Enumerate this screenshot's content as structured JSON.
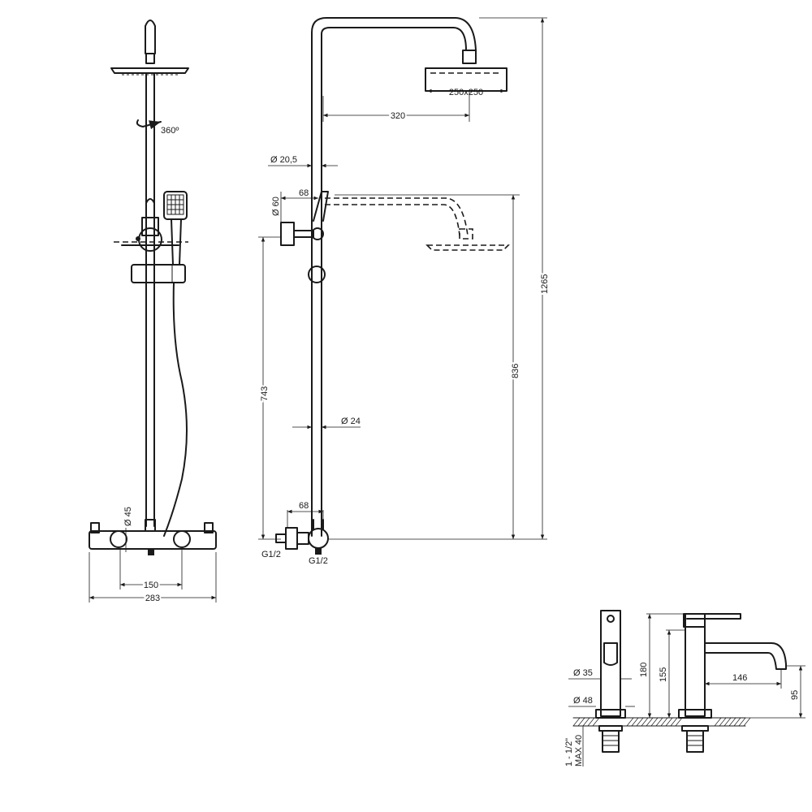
{
  "front_view": {
    "rotation_label": "360º",
    "dim_body_diameter": "Ø 45",
    "dim_center_distance": "150",
    "dim_total_width": "283"
  },
  "side_view": {
    "dim_head_size": "250x250",
    "dim_arm_projection": "320",
    "dim_pipe_top_diameter": "Ø 20,5",
    "dim_flange_diameter": "Ø 60",
    "dim_upper_offset": "68",
    "dim_lower_height": "743",
    "dim_pipe_diameter": "Ø 24",
    "dim_lower_offset": "68",
    "dim_mid_height": "836",
    "dim_total_height": "1265",
    "connection_left": "G1/2",
    "connection_right": "G1/2"
  },
  "faucet_view": {
    "dim_top_diameter": "Ø 35",
    "dim_base_diameter": "Ø 48",
    "dim_thread": "1 - 1/2\"",
    "dim_max_thickness": "MAX 40",
    "dim_total_height": "180",
    "dim_spout_height": "155",
    "dim_spout_reach": "146",
    "dim_spout_outlet": "95"
  }
}
